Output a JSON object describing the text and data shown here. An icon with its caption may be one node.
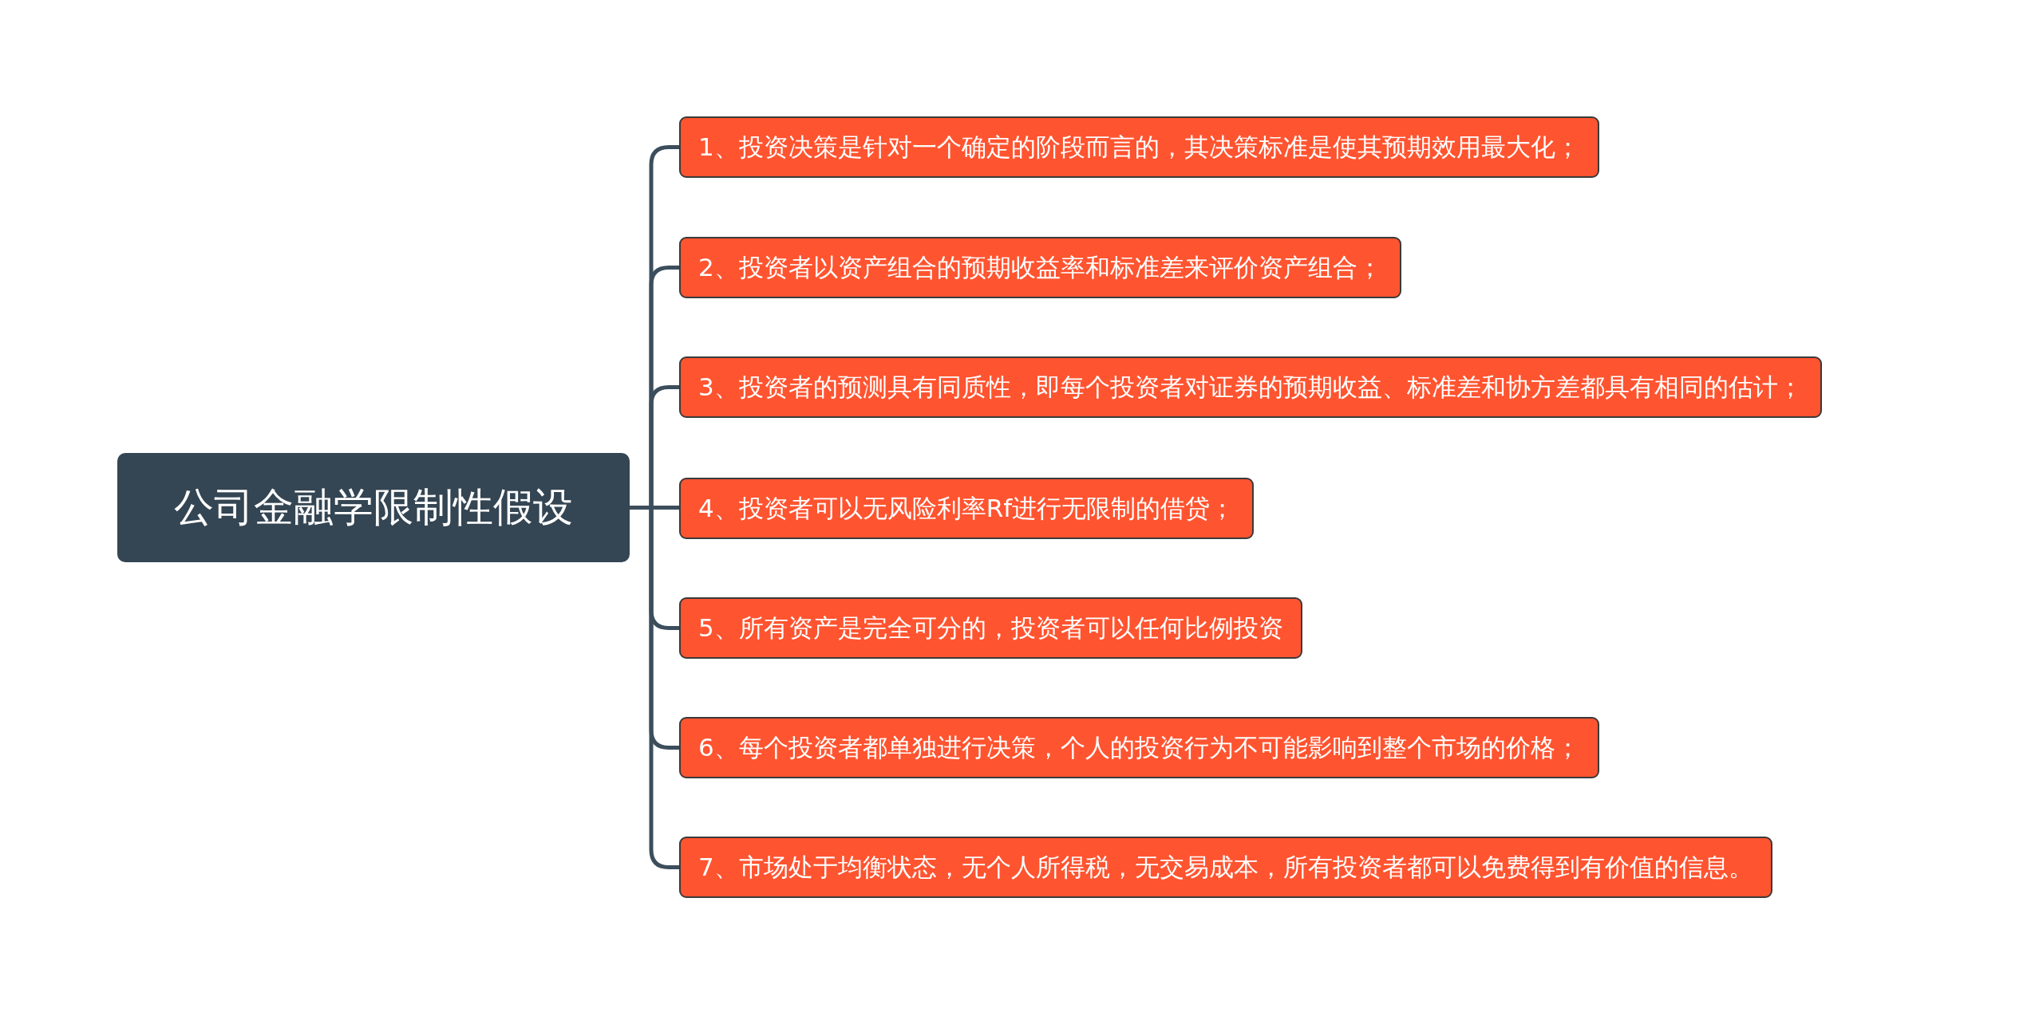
{
  "diagram": {
    "nodes": [
      {
        "text": [
          "公司金融学限制性假设"
        ]
      },
      {
        "text": [
          "1、投资决策是针对一个确定的阶段而言的，其决策标准是使其预期效用最大化；"
        ]
      },
      {
        "text": [
          "2、投资者以资产组合的预期收益率和标准差来评价资产组合；"
        ]
      },
      {
        "text": [
          "3、投资者的预测具有同质性，即每个投资者对证券的预期收益、标准差和协方差都具有相同的估计；"
        ]
      },
      {
        "text": [
          "4、投资者可以无风险利率Rf进行无限制的借贷；"
        ]
      },
      {
        "text": [
          "5、所有资产是完全可分的，投资者可以任何比例投资"
        ]
      },
      {
        "text": [
          "6、每个投资者都单独进行决策，个人的投资行为不可能影响到整个市场的价格；"
        ]
      },
      {
        "text": [
          "7、市场处于均衡状态，无个人所得税，无交易成本，所有投资者都可以免费得到有价值的信息。"
        ]
      }
    ],
    "edges": [
      {
        "from": 0,
        "to": 1,
        "arrow": "none"
      },
      {
        "from": 0,
        "to": 2,
        "arrow": "none"
      },
      {
        "from": 0,
        "to": 3,
        "arrow": "none"
      },
      {
        "from": 0,
        "to": 4,
        "arrow": "none"
      },
      {
        "from": 0,
        "to": 5,
        "arrow": "none"
      },
      {
        "from": 0,
        "to": 6,
        "arrow": "none"
      },
      {
        "from": 0,
        "to": 7,
        "arrow": "none"
      }
    ]
  }
}
